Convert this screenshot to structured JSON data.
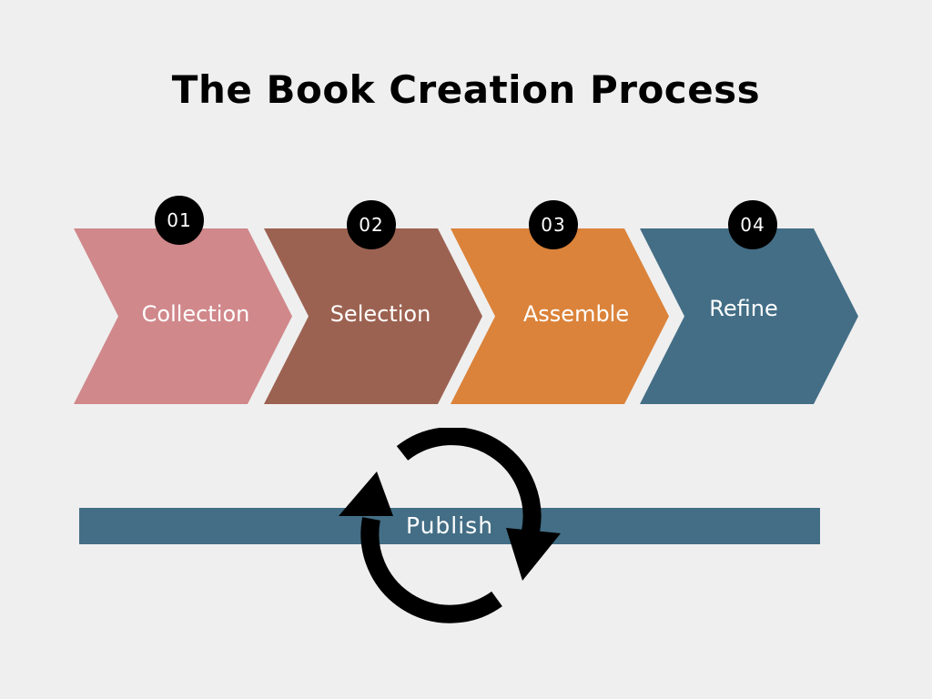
{
  "title": "The Book Creation Process",
  "steps": [
    {
      "number": "01",
      "label": "Collection",
      "color": "#d0888b"
    },
    {
      "number": "02",
      "label": "Selection",
      "color": "#9c6251"
    },
    {
      "number": "03",
      "label": "Assemble",
      "color": "#db833a"
    },
    {
      "number": "04",
      "label": "Refine",
      "color": "#436e86"
    }
  ],
  "publish": {
    "label": "Publish",
    "bar_color": "#436e86",
    "icon": "cycle-arrows-icon"
  },
  "colors": {
    "background": "#efefef",
    "text_dark": "#000000",
    "text_light": "#ffffff"
  }
}
